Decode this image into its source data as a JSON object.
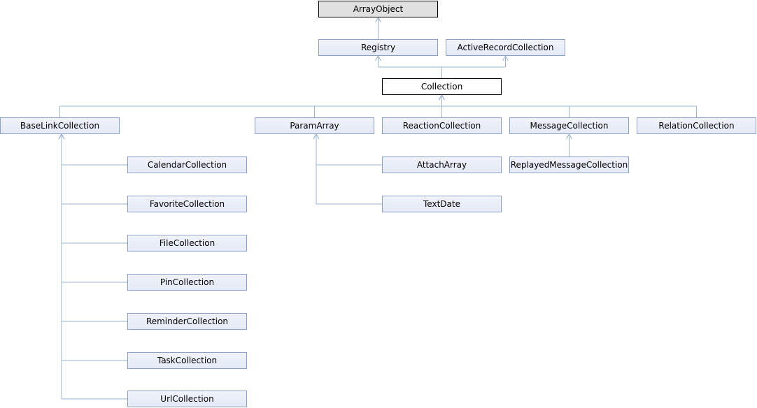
{
  "diagram": {
    "nodes": {
      "arrayobject": "ArrayObject",
      "registry": "Registry",
      "activerecordcollection": "ActiveRecordCollection",
      "collection": "Collection",
      "baselinkcollection": "BaseLinkCollection",
      "paramarray": "ParamArray",
      "reactioncollection": "ReactionCollection",
      "messagecollection": "MessageCollection",
      "relationcollection": "RelationCollection",
      "calendarcollection": "CalendarCollection",
      "favoritecollection": "FavoriteCollection",
      "filecollection": "FileCollection",
      "pincollection": "PinCollection",
      "remindercollection": "ReminderCollection",
      "taskcollection": "TaskCollection",
      "urlcollection": "UrlCollection",
      "attacharray": "AttachArray",
      "textdate": "TextDate",
      "replayedmessagecollection": "ReplayedMessageCollection"
    },
    "edges": [
      [
        "registry",
        "arrayobject"
      ],
      [
        "collection",
        "registry"
      ],
      [
        "collection",
        "activerecordcollection"
      ],
      [
        "baselinkcollection",
        "collection"
      ],
      [
        "paramarray",
        "collection"
      ],
      [
        "reactioncollection",
        "collection"
      ],
      [
        "messagecollection",
        "collection"
      ],
      [
        "relationcollection",
        "collection"
      ],
      [
        "calendarcollection",
        "baselinkcollection"
      ],
      [
        "favoritecollection",
        "baselinkcollection"
      ],
      [
        "filecollection",
        "baselinkcollection"
      ],
      [
        "pincollection",
        "baselinkcollection"
      ],
      [
        "remindercollection",
        "baselinkcollection"
      ],
      [
        "taskcollection",
        "baselinkcollection"
      ],
      [
        "urlcollection",
        "baselinkcollection"
      ],
      [
        "attacharray",
        "paramarray"
      ],
      [
        "textdate",
        "paramarray"
      ],
      [
        "replayedmessagecollection",
        "messagecollection"
      ]
    ],
    "colors": {
      "edge": "#9ab3d3",
      "node_border": "#8da0c1",
      "node_fill": "#e3e9f6",
      "current_fill": "#ffffff",
      "external_fill": "#e0e0e0"
    }
  }
}
